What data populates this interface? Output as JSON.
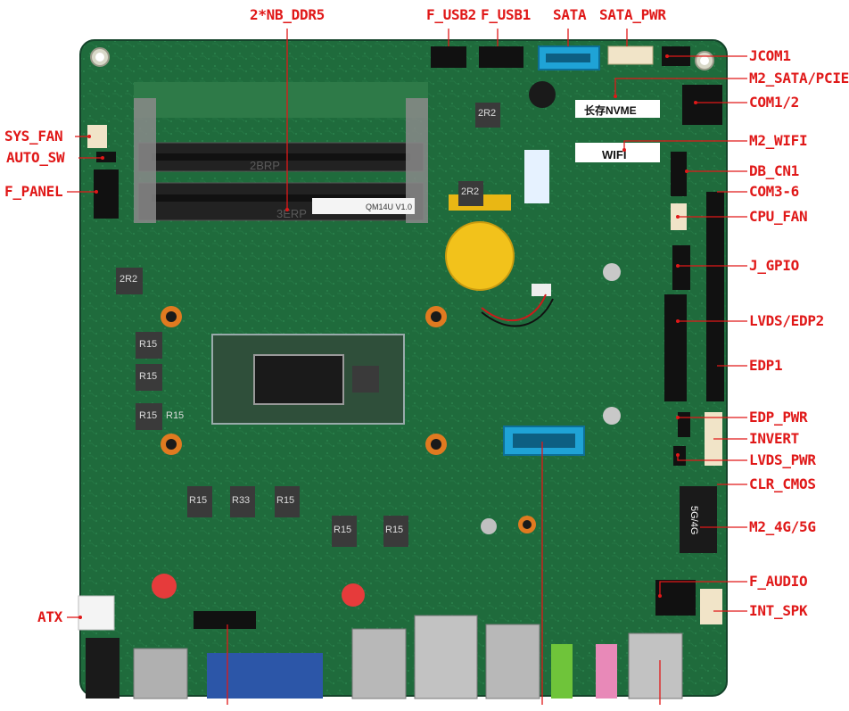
{
  "board": {
    "silkscreen_model": "QM14U V1.0",
    "ssd_label": "长存NVME",
    "wifi_label": "WIFI",
    "slot1_label": "2BRP",
    "slot2_label": "3ERP",
    "module_label": "5G/4G",
    "inductor_labels": [
      "2R2",
      "2R2",
      "2R2",
      "R15",
      "R15",
      "R15",
      "R15",
      "R15",
      "R15",
      "R15",
      "R15",
      "R33"
    ]
  },
  "connectors": [
    {
      "id": "nb-ddr5",
      "label": "2*NB_DDR5"
    },
    {
      "id": "f-usb2",
      "label": "F_USB2"
    },
    {
      "id": "f-usb1",
      "label": "F_USB1"
    },
    {
      "id": "sata",
      "label": "SATA"
    },
    {
      "id": "sata-pwr",
      "label": "SATA_PWR"
    },
    {
      "id": "jcom1",
      "label": "JCOM1"
    },
    {
      "id": "m2-sata-pcie",
      "label": "M2_SATA/PCIE"
    },
    {
      "id": "com1-2",
      "label": "COM1/2"
    },
    {
      "id": "m2-wifi",
      "label": "M2_WIFI"
    },
    {
      "id": "db-cn1",
      "label": "DB_CN1"
    },
    {
      "id": "com3-6",
      "label": "COM3-6"
    },
    {
      "id": "cpu-fan",
      "label": "CPU_FAN"
    },
    {
      "id": "j-gpio",
      "label": "J_GPIO"
    },
    {
      "id": "lvds-edp2",
      "label": "LVDS/EDP2"
    },
    {
      "id": "edp1",
      "label": "EDP1"
    },
    {
      "id": "edp-pwr",
      "label": "EDP_PWR"
    },
    {
      "id": "invert",
      "label": "INVERT"
    },
    {
      "id": "lvds-pwr",
      "label": "LVDS_PWR"
    },
    {
      "id": "clr-cmos",
      "label": "CLR_CMOS"
    },
    {
      "id": "m2-4g5g",
      "label": "M2_4G/5G"
    },
    {
      "id": "f-audio",
      "label": "F_AUDIO"
    },
    {
      "id": "int-spk",
      "label": "INT_SPK"
    },
    {
      "id": "sys-fan",
      "label": "SYS_FAN"
    },
    {
      "id": "auto-sw",
      "label": "AUTO_SW"
    },
    {
      "id": "f-panel",
      "label": "F_PANEL"
    },
    {
      "id": "atx",
      "label": "ATX"
    }
  ],
  "colors": {
    "pcb": "#1f6b3c",
    "pcb_dark": "#174f2d",
    "label": "#e01818",
    "slot": "#2a2a2a",
    "sata": "#1fa3d6",
    "battery": "#f2c21b",
    "cpu_substrate": "#2f4f3a",
    "die": "#1a1a1a",
    "vga": "#2c56a8",
    "audio_green": "#6fc43a",
    "audio_pink": "#e889b8"
  }
}
